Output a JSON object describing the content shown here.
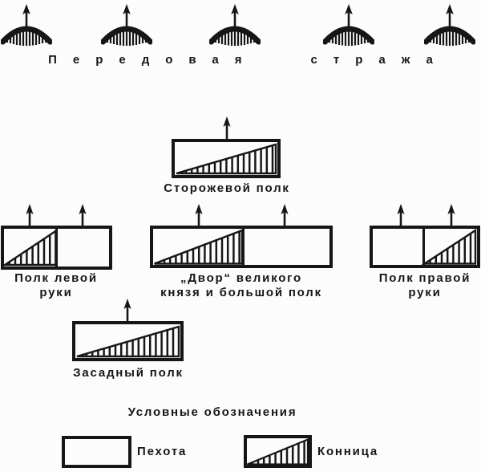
{
  "colors": {
    "ink": "#161616",
    "paper": "#fcfcfc"
  },
  "vanguard": {
    "label": "Передовая стража",
    "word1": "Передовая",
    "word2": "стража",
    "unit_count": 5
  },
  "regiments": {
    "guard": {
      "label": "Сторожевой полк"
    },
    "left_hand": {
      "line1": "Полк левой",
      "line2": "руки"
    },
    "main": {
      "line1": "„Двор“ великого",
      "line2": "князя и большой полк"
    },
    "right_hand": {
      "line1": "Полк правой",
      "line2": "руки"
    },
    "ambush": {
      "label": "Засадный полк"
    }
  },
  "legend": {
    "title": "Условные обозначения",
    "infantry_label": "Пехота",
    "cavalry_label": "Конница"
  }
}
